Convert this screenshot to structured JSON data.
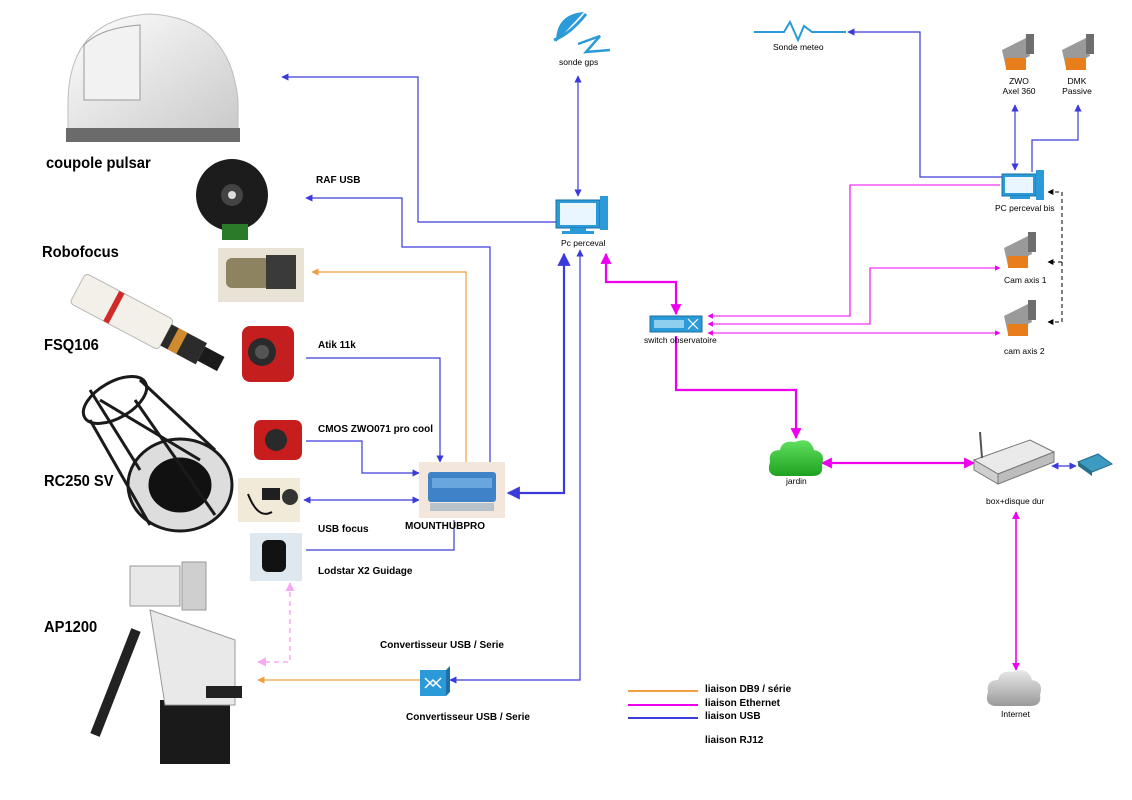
{
  "equipment": {
    "coupole": "coupole pulsar",
    "raf": "RAF USB",
    "robofocus": "Robofocus",
    "fsq": "FSQ106",
    "atik": "Atik 11k",
    "cmos": "CMOS ZWO071 pro cool",
    "rc": "RC250 SV",
    "usb_focus": "USB focus",
    "lodstar": "Lodstar X2 Guidage",
    "mount": "AP1200",
    "mounthub": "MOUNTHUBPRO",
    "conv_top": "Convertisseur USB / Serie",
    "conv_bottom": "Convertisseur USB / Serie"
  },
  "network": {
    "sonde_gps": "sonde gps",
    "sonde_meteo": "Sonde meteo",
    "pc_perceval": "Pc perceval",
    "switch": "switch observatoire",
    "jardin": "jardin",
    "box": "box+disque dur",
    "internet": "Internet",
    "pc_bis": "PC perceval bis",
    "zwo_axel": "ZWO Axel 360",
    "dmk": "DMK Passive",
    "cam1": "Cam axis 1",
    "cam2": "cam axis 2"
  },
  "legend": {
    "db9": "liaison DB9 / série",
    "ethernet": "liaison Ethernet",
    "usb": "liaison USB",
    "rj12": "liaison RJ12"
  },
  "colors": {
    "usb": "#3b3bdc",
    "ethernet": "#ee00ee",
    "db9": "#f0a040",
    "rj12": "#f7a8f2",
    "icon_blue": "#2a9ad8"
  }
}
